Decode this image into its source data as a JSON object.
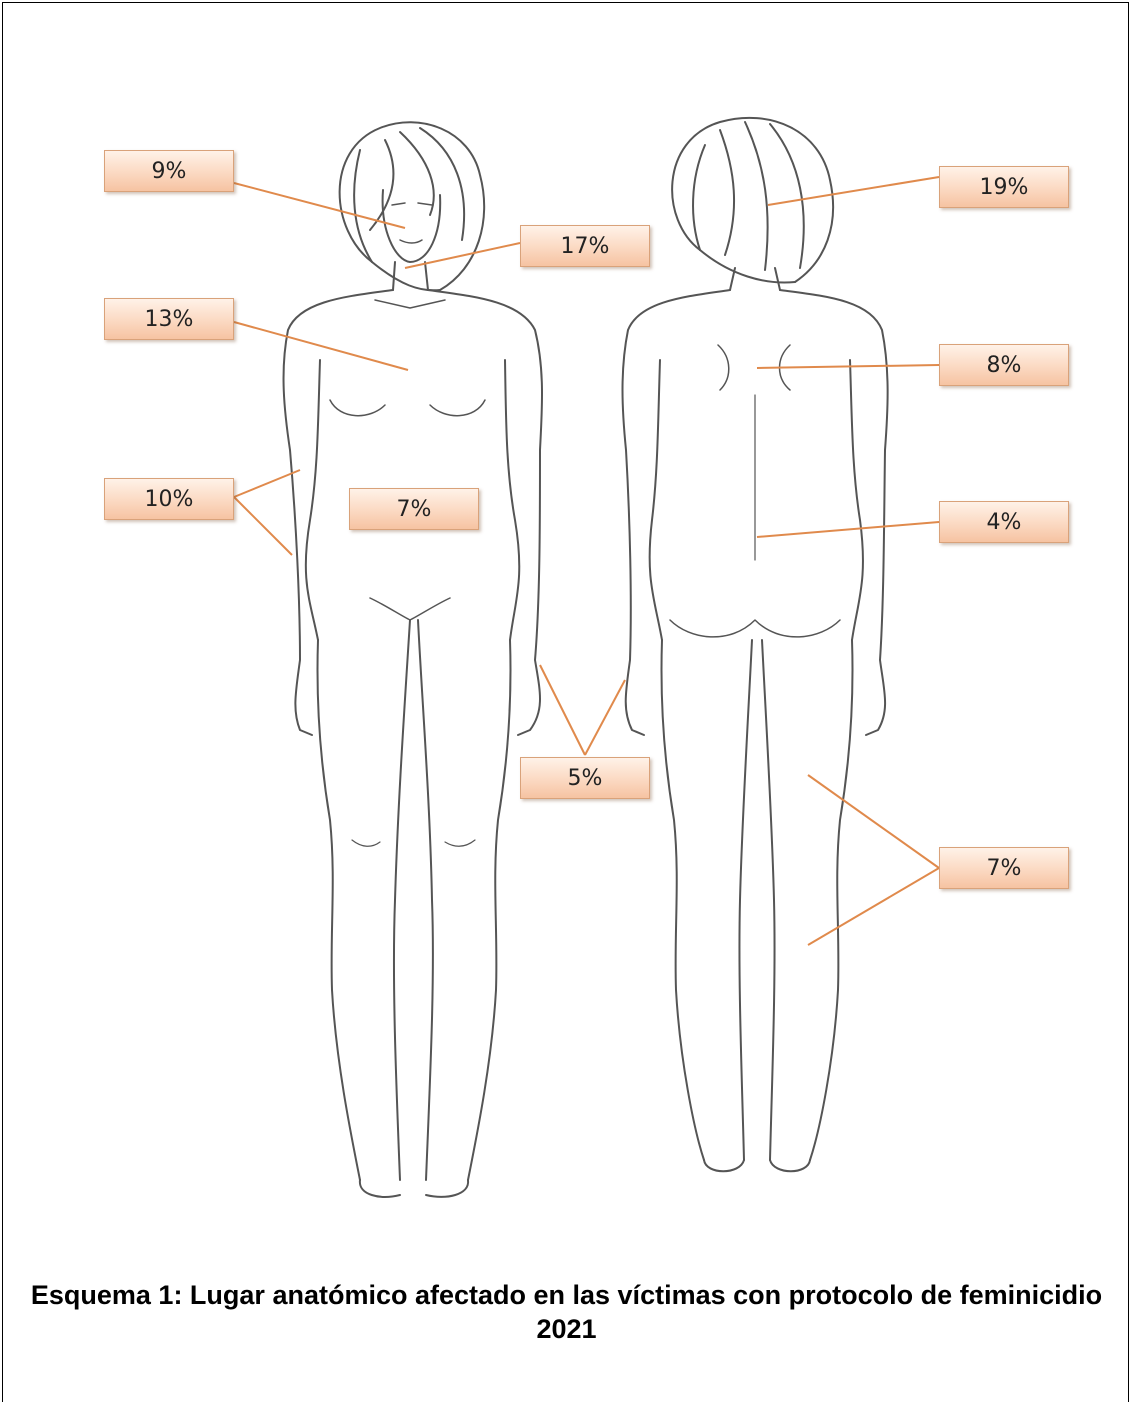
{
  "caption": "Esquema 1: Lugar anatómico afectado en las víctimas con protocolo de feminicidio 2021",
  "colors": {
    "leader_line": "#e08a4c",
    "box_border": "#d9a27a",
    "box_fill": "#fbd9c2",
    "outline": "#555555"
  },
  "labels": [
    {
      "id": "face",
      "value": "9%"
    },
    {
      "id": "neck",
      "value": "17%"
    },
    {
      "id": "chest",
      "value": "13%"
    },
    {
      "id": "arms",
      "value": "10%"
    },
    {
      "id": "abdomen",
      "value": "7%"
    },
    {
      "id": "hands",
      "value": "5%"
    },
    {
      "id": "head-back",
      "value": "19%"
    },
    {
      "id": "upper-back",
      "value": "8%"
    },
    {
      "id": "lower-back",
      "value": "4%"
    },
    {
      "id": "legs",
      "value": "7%"
    }
  ]
}
